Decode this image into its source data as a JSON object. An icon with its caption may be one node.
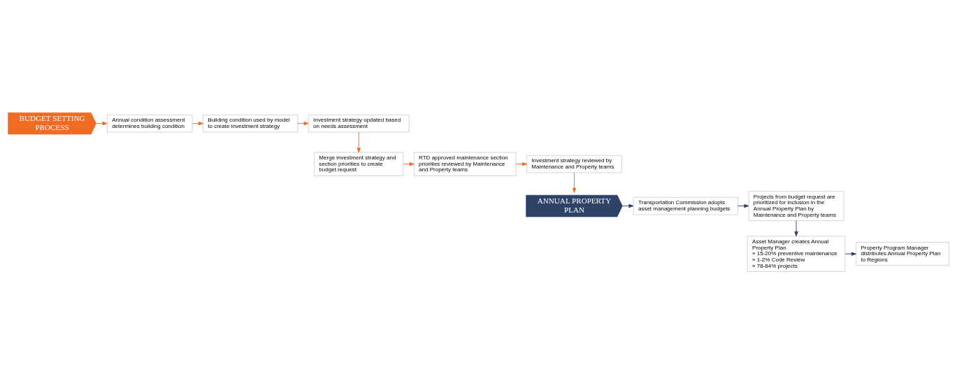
{
  "diagram": {
    "nodes": [
      {
        "text": [
          "BUDGET SETTING PROCESS"
        ]
      },
      {
        "text": [
          "Annual condition assessment determines building condition"
        ]
      },
      {
        "text": [
          "Building condition used by model to create investment strategy"
        ]
      },
      {
        "text": [
          "Investment strategy updated based on needs assessment"
        ]
      },
      {
        "text": [
          "Investment strategy reviewed by Maintenance and Property teams"
        ]
      },
      {
        "text": [
          "RTD approved maintenance section priorities reviewed by Maintenance and Property teams"
        ]
      },
      {
        "text": [
          "Merge investment strategy and section priorities to create budget request"
        ]
      },
      {
        "text": [
          "ANNUAL PROPERTY PLAN"
        ]
      },
      {
        "text": [
          "Transportation Commission adopts asset management planning budgets"
        ]
      },
      {
        "text": [
          "Projects from budget request are prioritized for inclusion in the Annual Property Plan by Maintenance and Property teams"
        ]
      },
      {
        "text": [
          "Property Program Manager distributes Annual Property Plan to Regions"
        ]
      },
      {
        "text": [
          "Asset Manager creates Annual Property Plan",
          "» 15-20% preventive maintenance",
          "» 1-2% Code Review",
          "» 78-84% projects"
        ]
      }
    ],
    "edges": [
      {
        "from": 0,
        "to": 1,
        "arrow": "to"
      },
      {
        "from": 1,
        "to": 2,
        "arrow": "to"
      },
      {
        "from": 2,
        "to": 3,
        "arrow": "to"
      },
      {
        "from": 3,
        "to": 6,
        "arrow": "to"
      },
      {
        "from": 6,
        "to": 5,
        "arrow": "to"
      },
      {
        "from": 5,
        "to": 4,
        "arrow": "to"
      },
      {
        "from": 4,
        "to": 7,
        "arrow": "to"
      },
      {
        "from": 7,
        "to": 8,
        "arrow": "to",
        "color": "#2e4166"
      },
      {
        "from": 8,
        "to": 9,
        "arrow": "to",
        "color": "#2e4166"
      },
      {
        "from": 9,
        "to": 11,
        "arrow": "to",
        "color": "#2e4166"
      },
      {
        "from": 11,
        "to": 10,
        "arrow": "to",
        "color": "#2e4166"
      }
    ]
  }
}
